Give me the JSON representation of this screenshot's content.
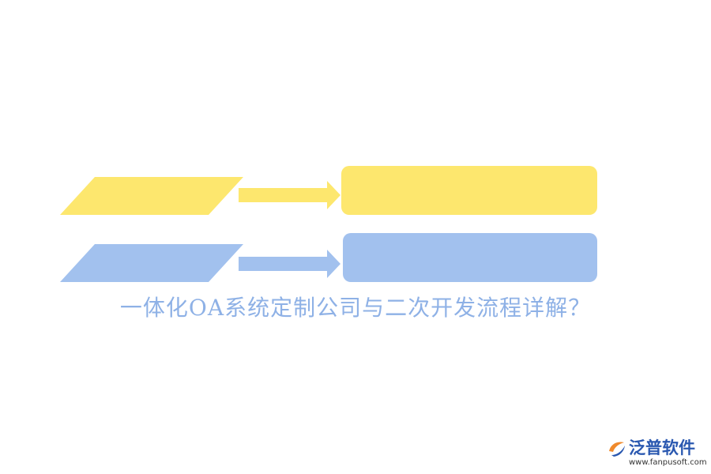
{
  "caption": "一体化OA系统定制公司与二次开发流程详解？",
  "logo": {
    "name": "泛普软件",
    "url": "www.fanpusoft.com"
  },
  "colors": {
    "yellow": "#fde76e",
    "blue": "#a2c1ee",
    "caption_text": "#8eb1e6",
    "logo_name": "#2a58b0",
    "logo_url": "#333333",
    "logo_mark_orange": "#f08a2c",
    "logo_mark_blue": "#2a58b0"
  },
  "rows": [
    {
      "color_key": "yellow"
    },
    {
      "color_key": "blue"
    }
  ]
}
